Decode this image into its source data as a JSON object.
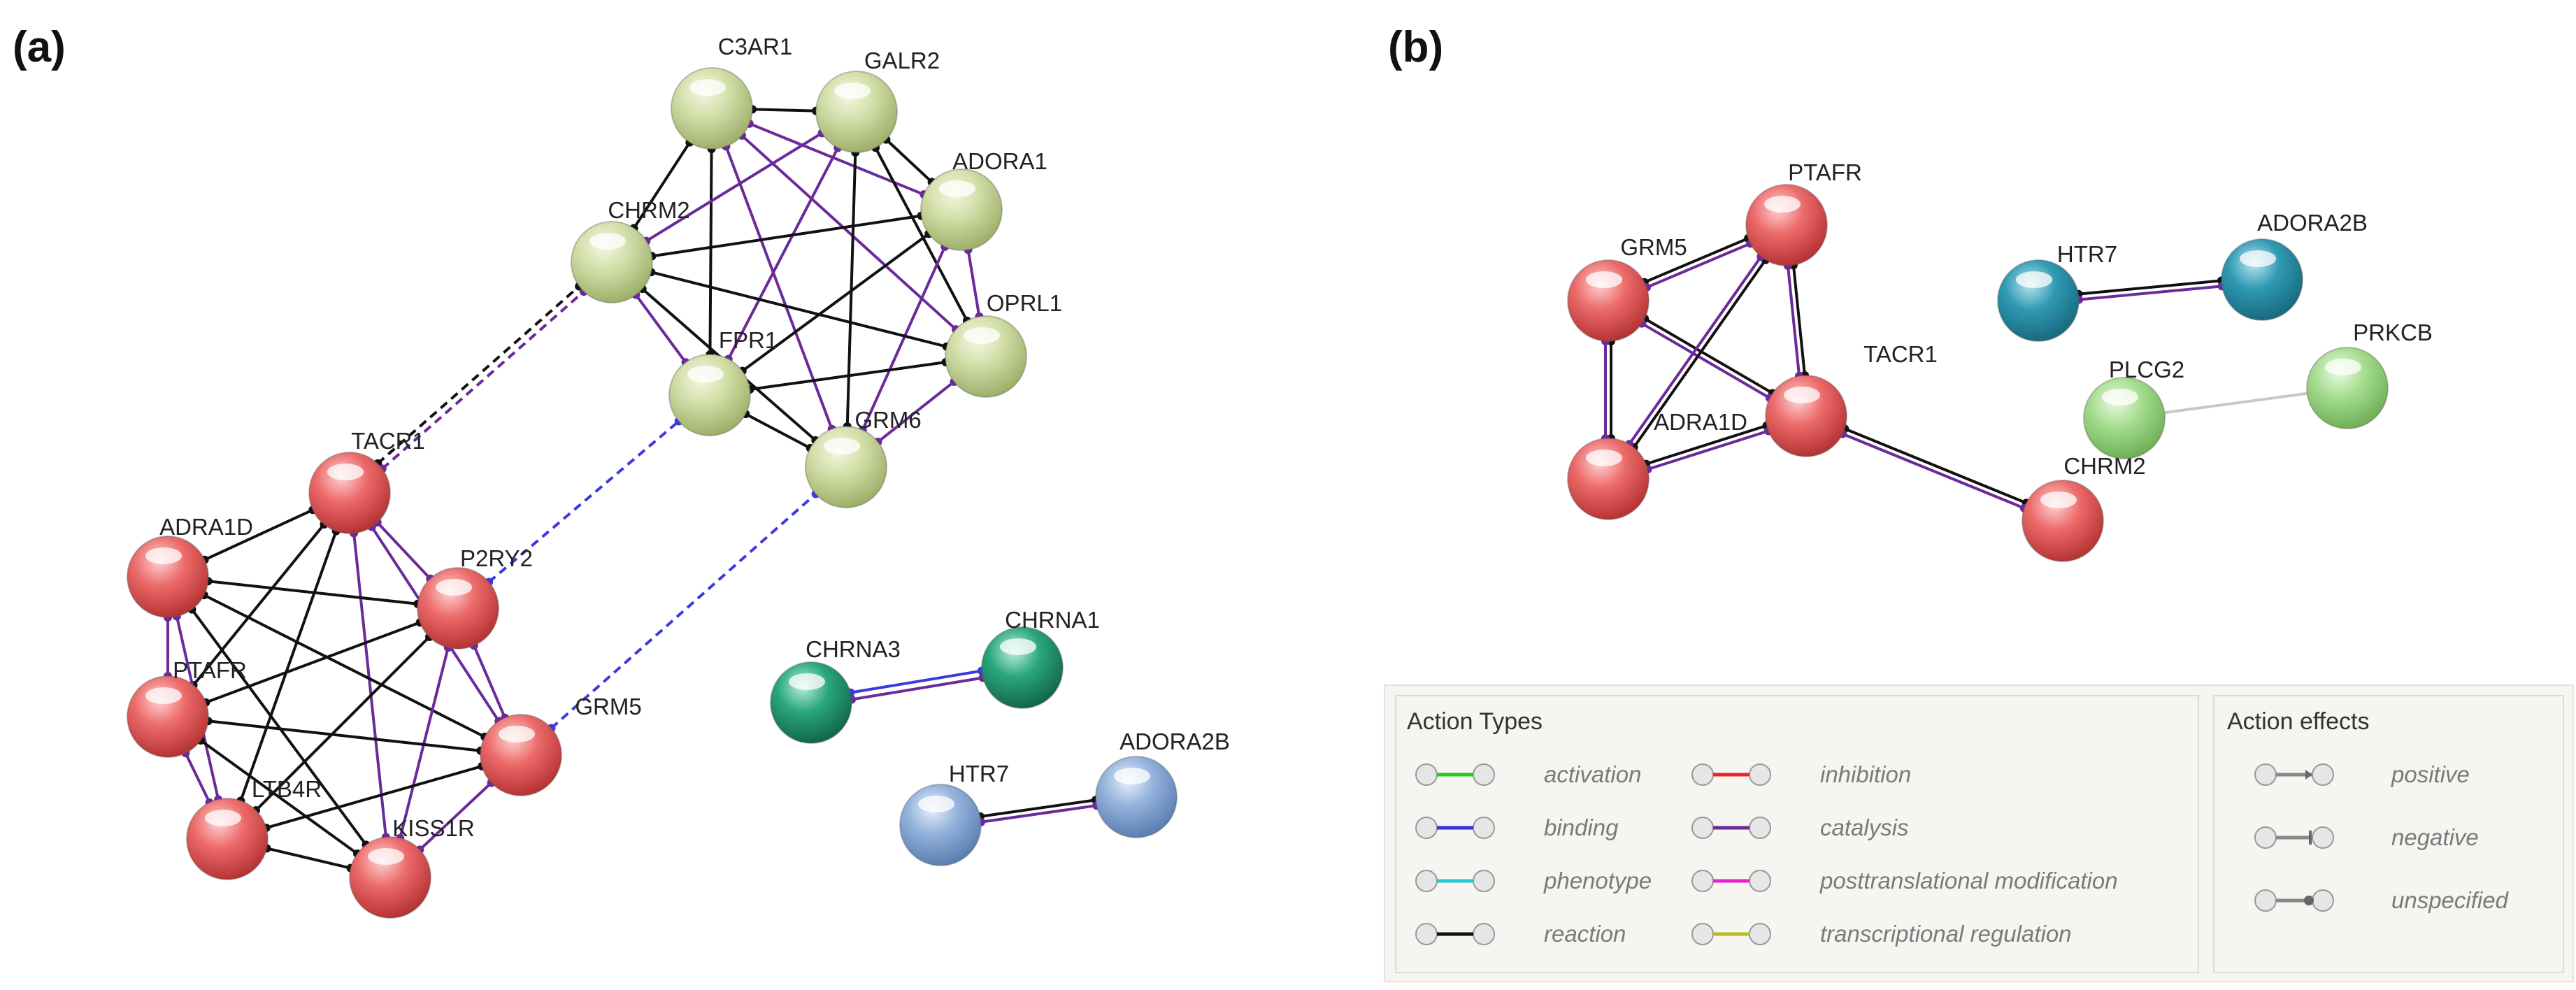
{
  "panels": {
    "a": {
      "label": "(a)",
      "nodes": [
        {
          "id": "C3AR1",
          "label": "C3AR1",
          "color": "olive"
        },
        {
          "id": "GALR2",
          "label": "GALR2",
          "color": "olive"
        },
        {
          "id": "ADORA1",
          "label": "ADORA1",
          "color": "olive"
        },
        {
          "id": "CHRM2",
          "label": "CHRM2",
          "color": "olive"
        },
        {
          "id": "OPRL1",
          "label": "OPRL1",
          "color": "olive"
        },
        {
          "id": "FPR1",
          "label": "FPR1",
          "color": "olive"
        },
        {
          "id": "GRM6",
          "label": "GRM6",
          "color": "olive"
        },
        {
          "id": "TACR1",
          "label": "TACR1",
          "color": "red"
        },
        {
          "id": "ADRA1D",
          "label": "ADRA1D",
          "color": "red"
        },
        {
          "id": "P2RY2",
          "label": "P2RY2",
          "color": "red"
        },
        {
          "id": "PTAFR",
          "label": "PTAFR",
          "color": "red"
        },
        {
          "id": "GRM5",
          "label": "GRM5",
          "color": "red"
        },
        {
          "id": "LTB4R",
          "label": "LTB4R",
          "color": "red"
        },
        {
          "id": "KISS1R",
          "label": "KISS1R",
          "color": "red"
        },
        {
          "id": "R3",
          "label": "",
          "color": "red"
        },
        {
          "id": "CHRNA3",
          "label": "CHRNA3",
          "color": "teal"
        },
        {
          "id": "CHRNA1",
          "label": "CHRNA1",
          "color": "teal"
        },
        {
          "id": "HTR7",
          "label": "HTR7",
          "color": "blue"
        },
        {
          "id": "ADORA2B",
          "label": "ADORA2B",
          "color": "blue"
        }
      ]
    },
    "b": {
      "label": "(b)",
      "nodes": [
        {
          "id": "PTAFR",
          "label": "PTAFR",
          "color": "red"
        },
        {
          "id": "GRM5",
          "label": "GRM5",
          "color": "red"
        },
        {
          "id": "TACR1",
          "label": "TACR1",
          "color": "red"
        },
        {
          "id": "ADRA1D",
          "label": "ADRA1D",
          "color": "red"
        },
        {
          "id": "CHRM2",
          "label": "CHRM2",
          "color": "red"
        },
        {
          "id": "HTR7",
          "label": "HTR7",
          "color": "cyan"
        },
        {
          "id": "ADORA2B",
          "label": "ADORA2B",
          "color": "cyan"
        },
        {
          "id": "PLCG2",
          "label": "PLCG2",
          "color": "green"
        },
        {
          "id": "PRKCB",
          "label": "PRKCB",
          "color": "green"
        }
      ]
    }
  },
  "legend": {
    "action_types": {
      "title": "Action Types",
      "items": [
        {
          "label": "activation",
          "color": "#22cc22"
        },
        {
          "label": "binding",
          "color": "#3333dd"
        },
        {
          "label": "phenotype",
          "color": "#22cccc"
        },
        {
          "label": "reaction",
          "color": "#111111"
        },
        {
          "label": "inhibition",
          "color": "#ee2222"
        },
        {
          "label": "catalysis",
          "color": "#6a2a9a"
        },
        {
          "label": "posttranslational modification",
          "color": "#ee22cc"
        },
        {
          "label": "transcriptional regulation",
          "color": "#bbbb22"
        }
      ]
    },
    "action_effects": {
      "title": "Action effects",
      "items": [
        {
          "label": "positive",
          "marker": "arrow"
        },
        {
          "label": "negative",
          "marker": "bar"
        },
        {
          "label": "unspecified",
          "marker": "dot"
        }
      ]
    }
  },
  "colors": {
    "olive": "#c8d69a",
    "red": "#e25c5c",
    "teal": "#1f9a70",
    "blue": "#88a9d6",
    "cyan": "#2a8fa8",
    "green": "#9fd98a",
    "purple_edge": "#6a2a9a",
    "black_edge": "#111111",
    "blue_edge": "#3a3ae0"
  }
}
